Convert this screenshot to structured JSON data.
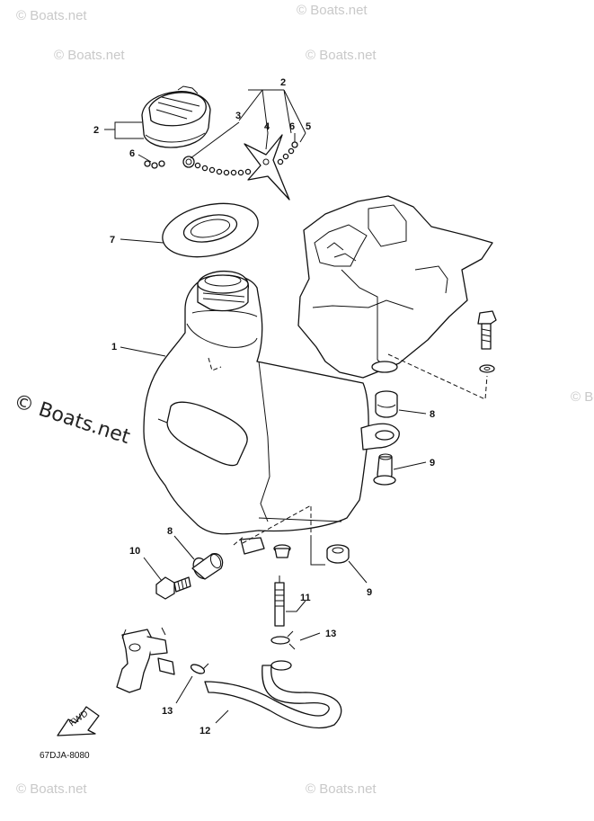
{
  "watermark": {
    "small_text": "© Boats.net",
    "large_text": "© Boats.net"
  },
  "diagram_code": "67DJA-8080",
  "fwd_label": "FWD",
  "callouts": [
    {
      "id": "c2a",
      "label": "2"
    },
    {
      "id": "c3",
      "label": "3"
    },
    {
      "id": "c4",
      "label": "4"
    },
    {
      "id": "c6a",
      "label": "6"
    },
    {
      "id": "c5",
      "label": "5"
    },
    {
      "id": "c2b",
      "label": "2"
    },
    {
      "id": "c6b",
      "label": "6"
    },
    {
      "id": "c7",
      "label": "7"
    },
    {
      "id": "c1",
      "label": "1"
    },
    {
      "id": "c8a",
      "label": "8"
    },
    {
      "id": "c9a",
      "label": "9"
    },
    {
      "id": "c8b",
      "label": "8"
    },
    {
      "id": "c10",
      "label": "10"
    },
    {
      "id": "c9b",
      "label": "9"
    },
    {
      "id": "c11",
      "label": "11"
    },
    {
      "id": "c13a",
      "label": "13"
    },
    {
      "id": "c13b",
      "label": "13"
    },
    {
      "id": "c12",
      "label": "12"
    }
  ],
  "colors": {
    "line": "#111111",
    "watermark": "#c9c9c9",
    "background": "#ffffff"
  }
}
